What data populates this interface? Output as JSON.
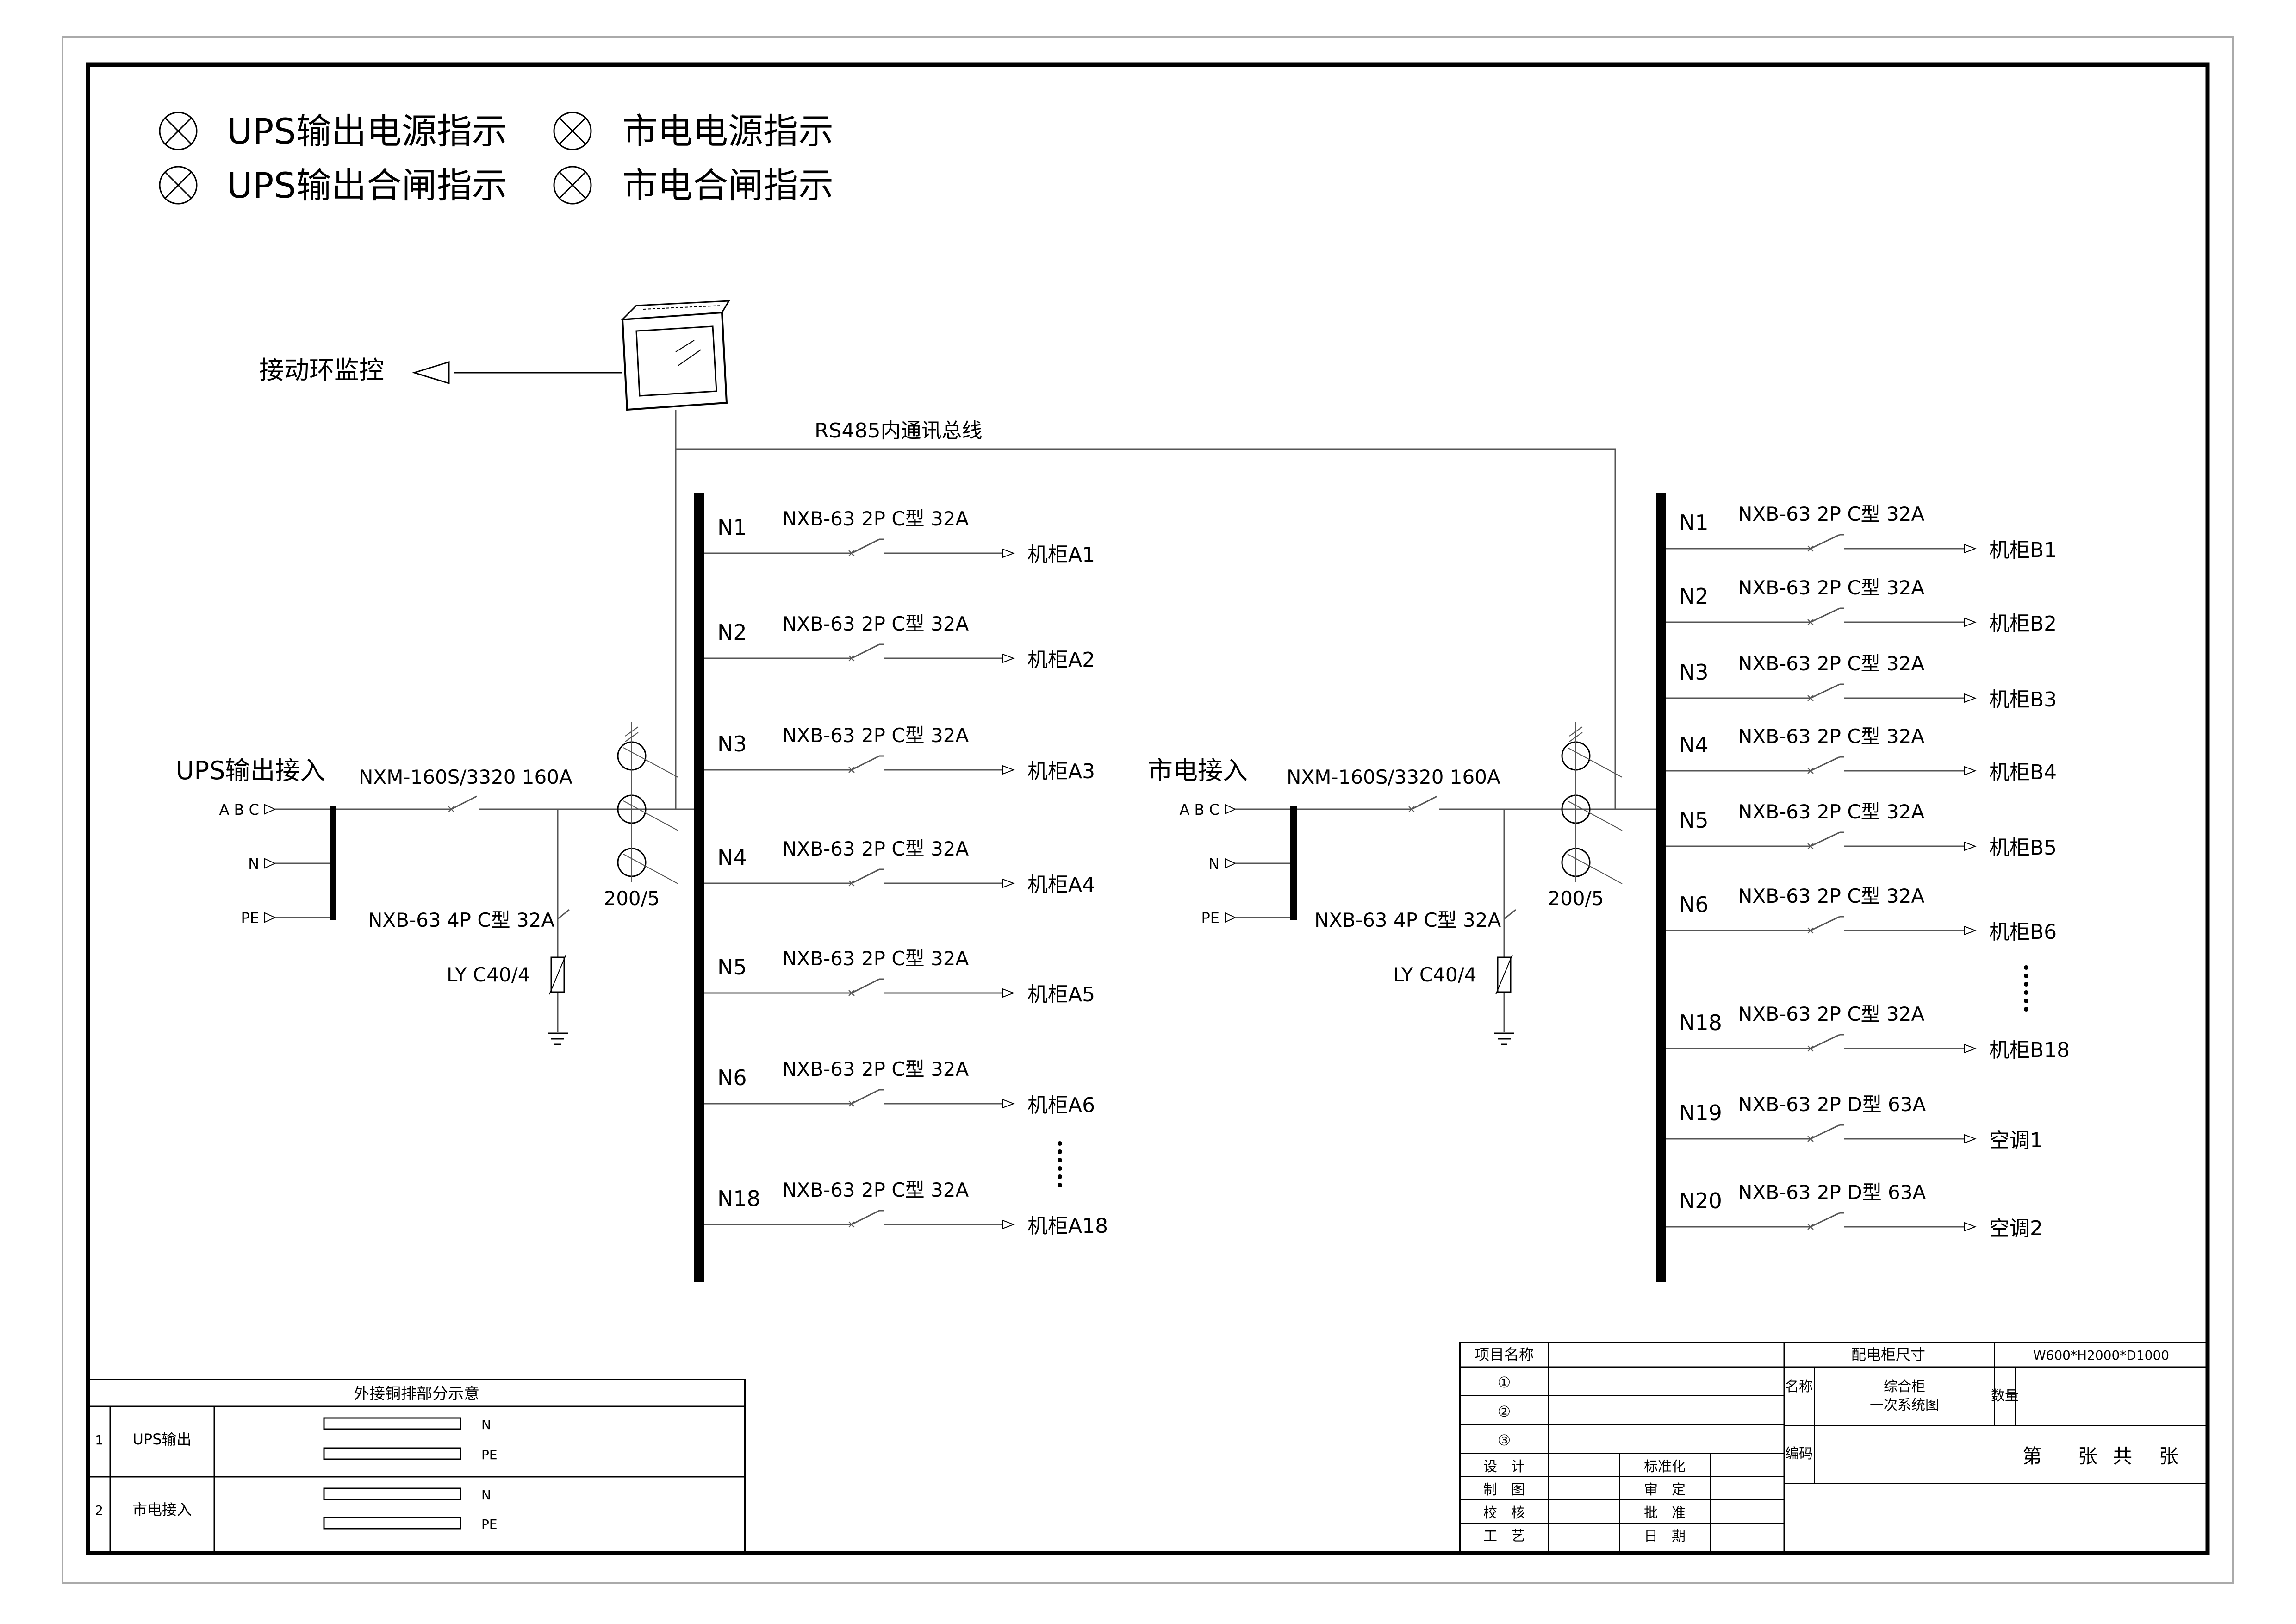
{
  "legend": [
    {
      "symbol": "indicator-lamp-icon",
      "label": "UPS输出电源指示"
    },
    {
      "symbol": "indicator-lamp-icon",
      "label": "市电电源指示"
    },
    {
      "symbol": "indicator-lamp-icon",
      "label": "UPS输出合闸指示"
    },
    {
      "symbol": "indicator-lamp-icon",
      "label": "市电合闸指示"
    }
  ],
  "monitor": {
    "label": "接动环监控",
    "bus_label": "RS485内通讯总线"
  },
  "inputs": [
    {
      "title": "UPS输出接入",
      "phases": [
        "A B C",
        "N",
        "PE"
      ],
      "main_breaker": "NXM-160S/3320 160A",
      "spd_breaker": "NXB-63 4P C型 32A",
      "spd": "LY C40/4",
      "ct": "200/5"
    },
    {
      "title": "市电接入",
      "phases": [
        "A B C",
        "N",
        "PE"
      ],
      "main_breaker": "NXM-160S/3320 160A",
      "spd_breaker": "NXB-63 4P C型 32A",
      "spd": "LY C40/4",
      "ct": "200/5"
    }
  ],
  "feeders_a": [
    {
      "id": "N1",
      "breaker": "NXB-63 2P C型 32A",
      "load": "机柜A1"
    },
    {
      "id": "N2",
      "breaker": "NXB-63 2P C型 32A",
      "load": "机柜A2"
    },
    {
      "id": "N3",
      "breaker": "NXB-63 2P C型 32A",
      "load": "机柜A3"
    },
    {
      "id": "N4",
      "breaker": "NXB-63 2P C型 32A",
      "load": "机柜A4"
    },
    {
      "id": "N5",
      "breaker": "NXB-63 2P C型 32A",
      "load": "机柜A5"
    },
    {
      "id": "N6",
      "breaker": "NXB-63 2P C型 32A",
      "load": "机柜A6"
    },
    {
      "id": "N18",
      "breaker": "NXB-63 2P C型 32A",
      "load": "机柜A18"
    }
  ],
  "feeders_b": [
    {
      "id": "N1",
      "breaker": "NXB-63 2P C型 32A",
      "load": "机柜B1"
    },
    {
      "id": "N2",
      "breaker": "NXB-63 2P C型 32A",
      "load": "机柜B2"
    },
    {
      "id": "N3",
      "breaker": "NXB-63 2P C型 32A",
      "load": "机柜B3"
    },
    {
      "id": "N4",
      "breaker": "NXB-63 2P C型 32A",
      "load": "机柜B4"
    },
    {
      "id": "N5",
      "breaker": "NXB-63 2P C型 32A",
      "load": "机柜B5"
    },
    {
      "id": "N6",
      "breaker": "NXB-63 2P C型 32A",
      "load": "机柜B6"
    },
    {
      "id": "N18",
      "breaker": "NXB-63 2P C型 32A",
      "load": "机柜B18"
    },
    {
      "id": "N19",
      "breaker": "NXB-63 2P D型 63A",
      "load": "空调1"
    },
    {
      "id": "N20",
      "breaker": "NXB-63 2P D型 63A",
      "load": "空调2"
    }
  ],
  "copper_table": {
    "title": "外接铜排部分示意",
    "rows": [
      {
        "no": "1",
        "name": "UPS输出",
        "bars": [
          "N",
          "PE"
        ]
      },
      {
        "no": "2",
        "name": "市电接入",
        "bars": [
          "N",
          "PE"
        ]
      }
    ]
  },
  "title_block": {
    "project_label": "项目名称",
    "size_label": "配电柜尺寸",
    "size_value": "W600*H2000*D1000",
    "items": [
      "①",
      "②",
      "③"
    ],
    "name_label": "名称",
    "name_value": [
      "综合柜",
      "一次系统图"
    ],
    "qty_label": "数量",
    "code_label": "编码",
    "sheet_text": [
      "第",
      "张",
      "共",
      "张"
    ],
    "roles_left": [
      "设　计",
      "制　图",
      "校　核",
      "工　艺"
    ],
    "roles_right": [
      "标准化",
      "审　定",
      "批　准",
      "日　期"
    ]
  }
}
